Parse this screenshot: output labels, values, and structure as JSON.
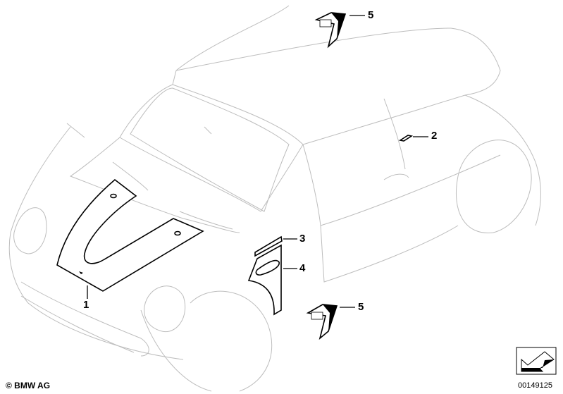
{
  "diagram": {
    "labels": [
      {
        "id": "1",
        "text": "1"
      },
      {
        "id": "2",
        "text": "2"
      },
      {
        "id": "3",
        "text": "3"
      },
      {
        "id": "4",
        "text": "4"
      },
      {
        "id": "5a",
        "text": "5"
      },
      {
        "id": "5b",
        "text": "5"
      }
    ],
    "copyright": "© BMW AG",
    "diagram_number": "00149125",
    "navigation_icon": "arrow-down-left-icon"
  }
}
